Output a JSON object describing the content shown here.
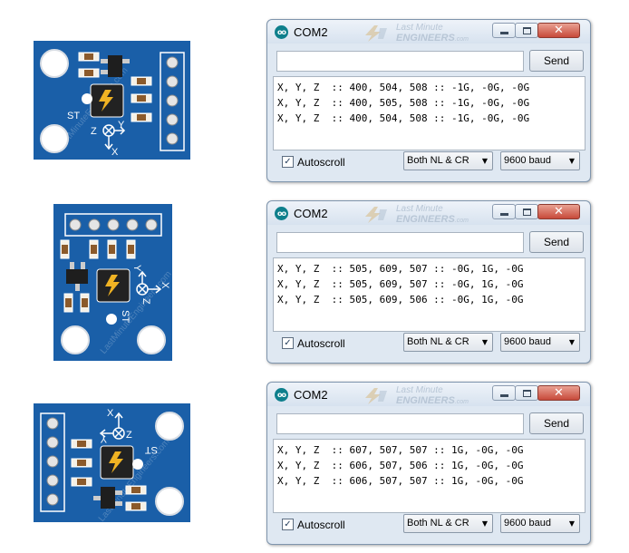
{
  "boards": [
    {
      "pin_label": "ST",
      "axis_labels": {
        "x": "X",
        "y": "Y",
        "z": "Z"
      }
    },
    {
      "pin_label": "ST",
      "axis_labels": {
        "x": "X",
        "y": "Y",
        "z": "Z"
      }
    },
    {
      "pin_label": "ST",
      "axis_labels": {
        "x": "X",
        "y": "Y",
        "z": "Z"
      }
    }
  ],
  "watermark": {
    "board_text": "LastMinuteEngineers.com",
    "logo_line1": "Last Minute",
    "logo_line2": "ENGINEERS",
    "logo_suffix": ".com"
  },
  "windows": [
    {
      "title": "COM2",
      "send_label": "Send",
      "input_value": "",
      "lines": [
        "X, Y, Z  :: 400, 504, 508 :: -1G, -0G, -0G",
        "X, Y, Z  :: 400, 505, 508 :: -1G, -0G, -0G",
        "X, Y, Z  :: 400, 504, 508 :: -1G, -0G, -0G"
      ],
      "autoscroll_label": "Autoscroll",
      "autoscroll_checked": true,
      "line_ending": "Both NL & CR",
      "baud": "9600 baud"
    },
    {
      "title": "COM2",
      "send_label": "Send",
      "input_value": "",
      "lines": [
        "X, Y, Z  :: 505, 609, 507 :: -0G, 1G, -0G",
        "X, Y, Z  :: 505, 609, 507 :: -0G, 1G, -0G",
        "X, Y, Z  :: 505, 609, 506 :: -0G, 1G, -0G"
      ],
      "autoscroll_label": "Autoscroll",
      "autoscroll_checked": true,
      "line_ending": "Both NL & CR",
      "baud": "9600 baud"
    },
    {
      "title": "COM2",
      "send_label": "Send",
      "input_value": "",
      "lines": [
        "X, Y, Z  :: 607, 507, 507 :: 1G, -0G, -0G",
        "X, Y, Z  :: 606, 507, 506 :: 1G, -0G, -0G",
        "X, Y, Z  :: 606, 507, 507 :: 1G, -0G, -0G"
      ],
      "autoscroll_label": "Autoscroll",
      "autoscroll_checked": true,
      "line_ending": "Both NL & CR",
      "baud": "9600 baud"
    }
  ],
  "colors": {
    "board": "#1a5fa8",
    "arduino_icon": "#0e7f8c",
    "close_button": "#c7493a"
  },
  "icons": {
    "window": "arduino-icon",
    "minimize": "minimize-icon",
    "maximize": "maximize-icon",
    "close": "close-icon",
    "dropdown": "chevron-down-icon"
  }
}
